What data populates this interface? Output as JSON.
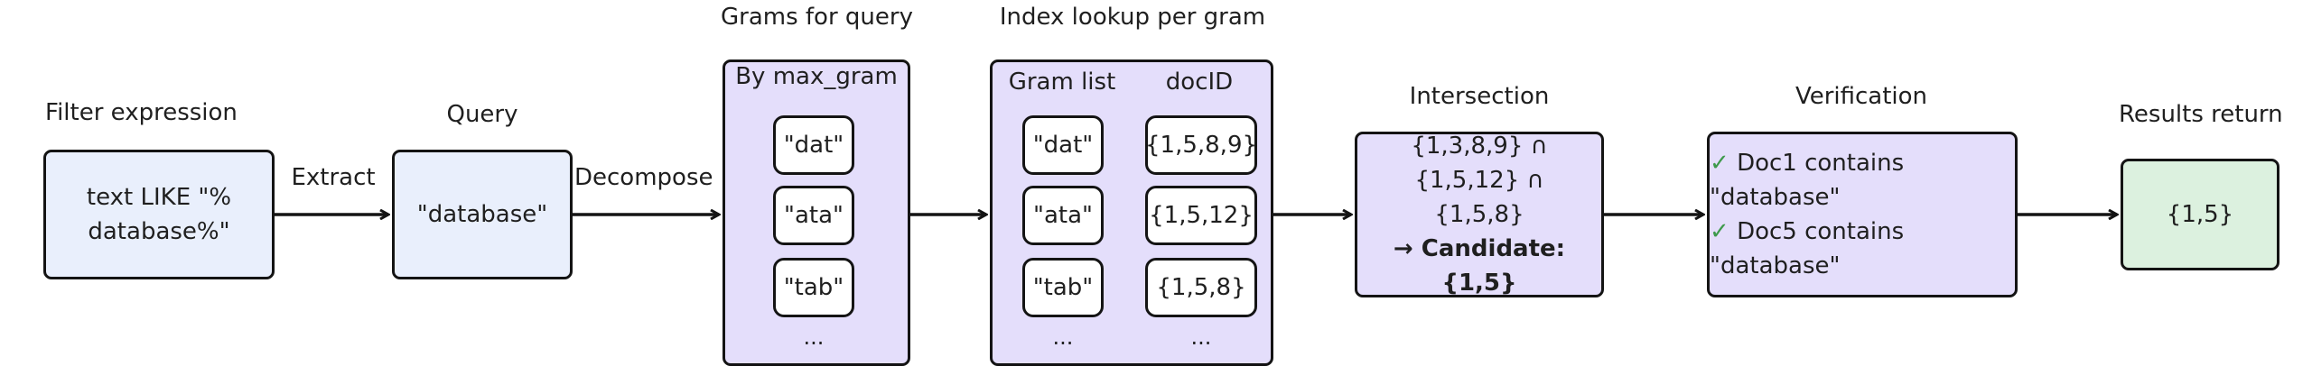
{
  "stages": {
    "filter": {
      "title": "Filter expression",
      "line1": "text LIKE \"%",
      "line2": "database%\""
    },
    "query": {
      "title": "Query",
      "value": "\"database\""
    },
    "grams": {
      "title": "Grams for query",
      "header": "By max_gram",
      "items": [
        "\"dat\"",
        "\"ata\"",
        "\"tab\""
      ],
      "more": "..."
    },
    "index": {
      "title": "Index lookup per gram",
      "col1_header": "Gram list",
      "col2_header": "docID",
      "grams": [
        "\"dat\"",
        "\"ata\"",
        "\"tab\""
      ],
      "docids": [
        "{1,5,8,9}",
        "{1,5,12}",
        "{1,5,8}"
      ],
      "more1": "...",
      "more2": "..."
    },
    "intersection": {
      "title": "Intersection",
      "line1": "{1,3,8,9} ∩ {1,5,12} ∩",
      "line2": "{1,5,8}",
      "arrow": "→",
      "candidate": "Candidate: {1,5}"
    },
    "verification": {
      "title": "Verification",
      "check": "✓",
      "line1": "Doc1 contains \"database\"",
      "line2": "Doc5 contains \"database\""
    },
    "results": {
      "title": "Results return",
      "value": "{1,5}"
    }
  },
  "edges": {
    "extract": "Extract",
    "decompose": "Decompose"
  },
  "colors": {
    "blue": "#e9effc",
    "purple": "#e4defb",
    "green": "#dcf1df",
    "check": "#3e9a4c"
  }
}
